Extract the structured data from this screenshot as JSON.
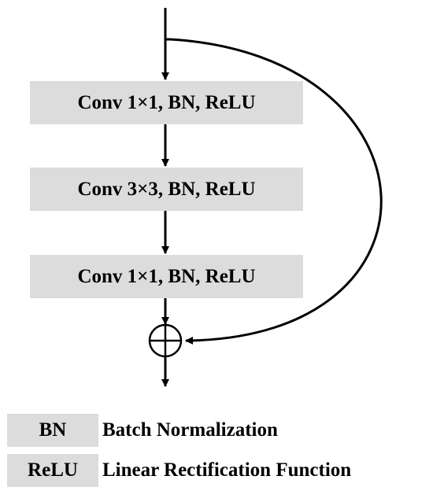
{
  "blocks": [
    {
      "label": "Conv 1×1, BN, ReLU"
    },
    {
      "label": "Conv 3×3, BN, ReLU"
    },
    {
      "label": "Conv 1×1, BN, ReLU"
    }
  ],
  "legend": [
    {
      "abbr": "BN",
      "meaning": "Batch Normalization"
    },
    {
      "abbr": "ReLU",
      "meaning": "Linear Rectification Function"
    }
  ],
  "colors": {
    "block_fill": "#dcdcdc",
    "line": "#000000",
    "background": "#ffffff"
  }
}
